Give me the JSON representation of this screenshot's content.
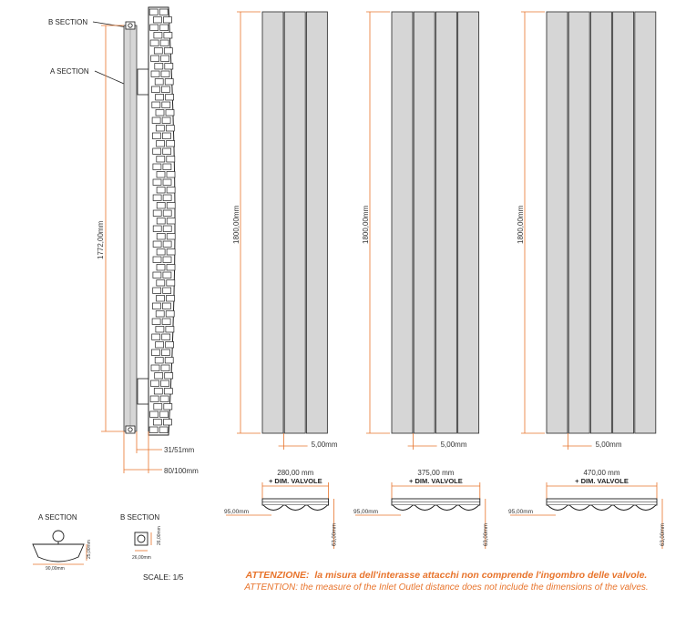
{
  "labels": {
    "b_section": "B SECTION",
    "a_section": "A SECTION",
    "scale": "SCALE: 1/5"
  },
  "side_view": {
    "height": "1772,00mm",
    "depth_small": "31/51mm",
    "depth_large": "80/100mm"
  },
  "front_views": [
    {
      "columns": 3,
      "height": "1800,00mm",
      "gap": "5,00mm",
      "width": "280,00 mm",
      "valve_label": "+ DIM. VALVOLE",
      "inlet_offset": "95,00mm",
      "section_height": "63,00mm"
    },
    {
      "columns": 4,
      "height": "1800,00mm",
      "gap": "5,00mm",
      "width": "375,00 mm",
      "valve_label": "+ DIM. VALVOLE",
      "inlet_offset": "95,00mm",
      "section_height": "63,00mm"
    },
    {
      "columns": 5,
      "height": "1800,00mm",
      "gap": "5,00mm",
      "width": "470,00 mm",
      "valve_label": "+ DIM. VALVOLE",
      "inlet_offset": "95,00mm",
      "section_height": "63,00mm"
    }
  ],
  "a_section_detail": {
    "width": "90,00mm",
    "height": "25,00mm"
  },
  "b_section_detail": {
    "width": "26,00mm",
    "height": "26,00mm"
  },
  "notes": {
    "italian_prefix": "ATTENZIONE:",
    "italian": "la misura dell'interasse attacchi non comprende l'ingombro delle valvole.",
    "english": "ATTENTION: the measure of the Inlet Outlet distance does not include the dimensions of the valves."
  },
  "colors": {
    "dimension_line": "#e8742c",
    "panel_fill": "#d6d6d6",
    "panel_stroke": "#3a3a3a",
    "brick_stroke": "#222222"
  }
}
